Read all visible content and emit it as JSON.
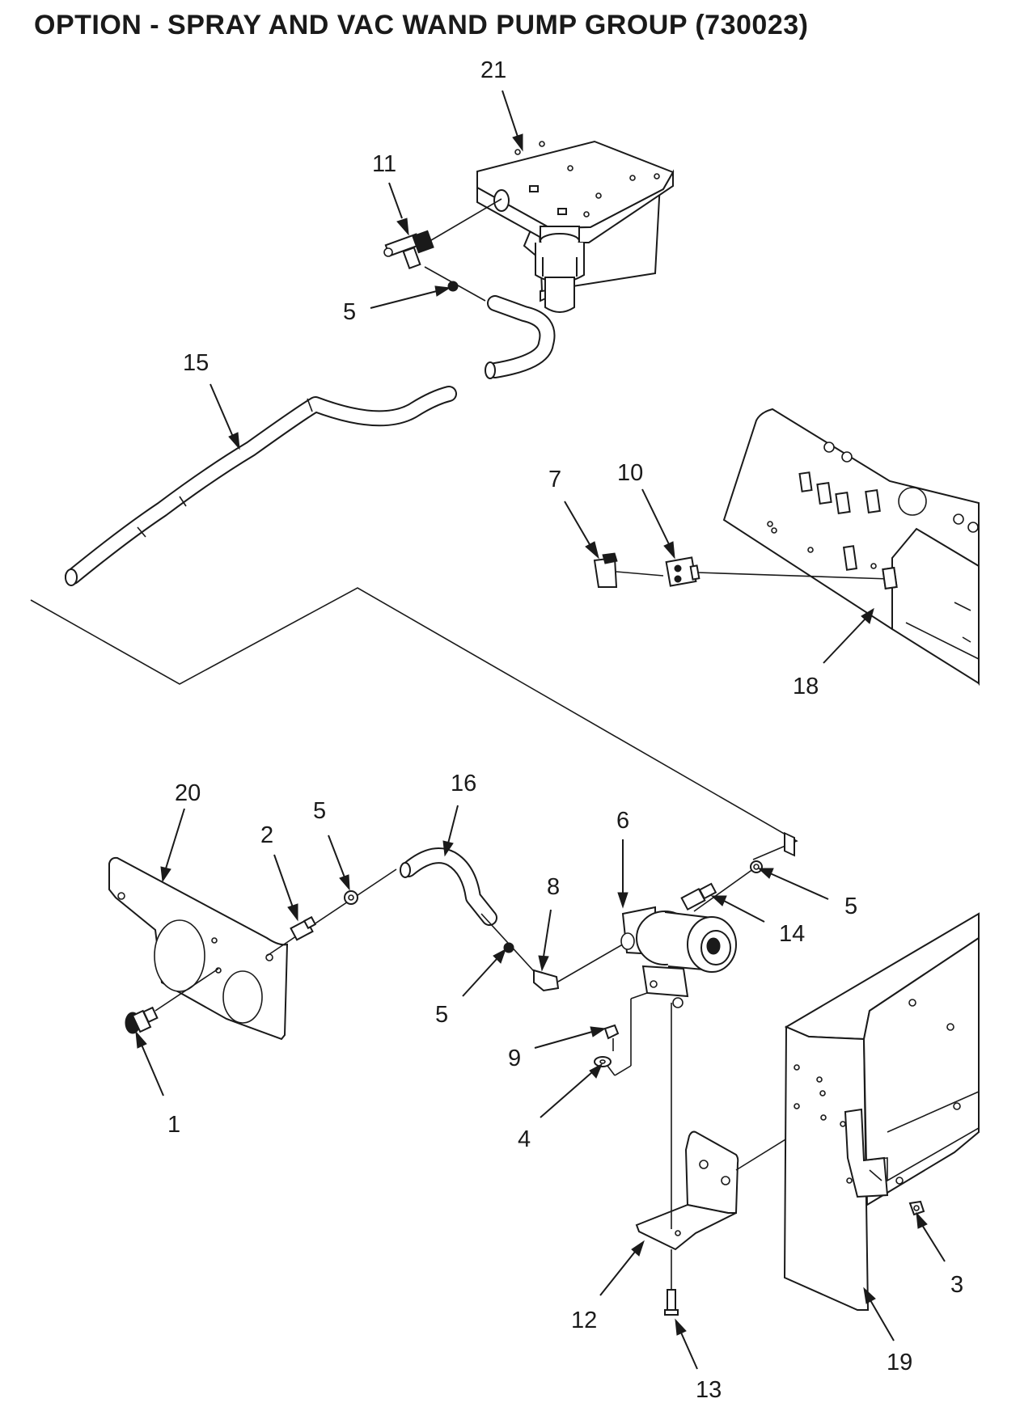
{
  "title": "OPTION - SPRAY AND VAC WAND PUMP GROUP (730023)",
  "callouts": {
    "c21": "21",
    "c11": "11",
    "c5a": "5",
    "c15": "15",
    "c7": "7",
    "c10": "10",
    "c18": "18",
    "c20": "20",
    "c2": "2",
    "c5b": "5",
    "c16": "16",
    "c6": "6",
    "c8": "8",
    "c5c": "5",
    "c5d": "5",
    "c14": "14",
    "c9": "9",
    "c4": "4",
    "c1": "1",
    "c12": "12",
    "c13": "13",
    "c19": "19",
    "c3": "3"
  }
}
